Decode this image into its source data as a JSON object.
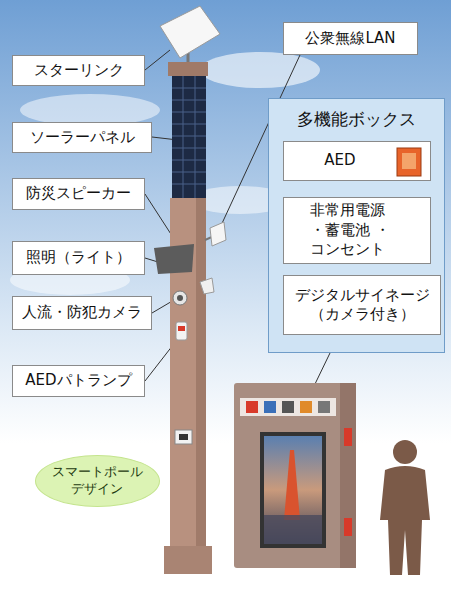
{
  "diagram": {
    "nodes": [
      {
        "text": [
          "スターリンク"
        ]
      },
      {
        "text": [
          "公衆無線LAN"
        ]
      },
      {
        "text": [
          "ソーラーパネル"
        ]
      },
      {
        "text": [
          "多機能ボックス"
        ]
      },
      {
        "text": [
          "AED"
        ],
        "in": 3
      },
      {
        "text": [
          "非常用電源 ・蓄電池 ・コンセント"
        ],
        "in": 3
      },
      {
        "text": [
          "デジタルサイネージ （カメラ付き）"
        ],
        "in": 3
      },
      {
        "text": [
          "防災スピーカー"
        ]
      },
      {
        "text": [
          "照明（ライト）"
        ]
      },
      {
        "text": [
          "人流・防犯カメラ"
        ]
      },
      {
        "text": [
          "AEDパトランプ"
        ]
      },
      {
        "text": [
          "スマートポール デザイン"
        ]
      }
    ]
  }
}
